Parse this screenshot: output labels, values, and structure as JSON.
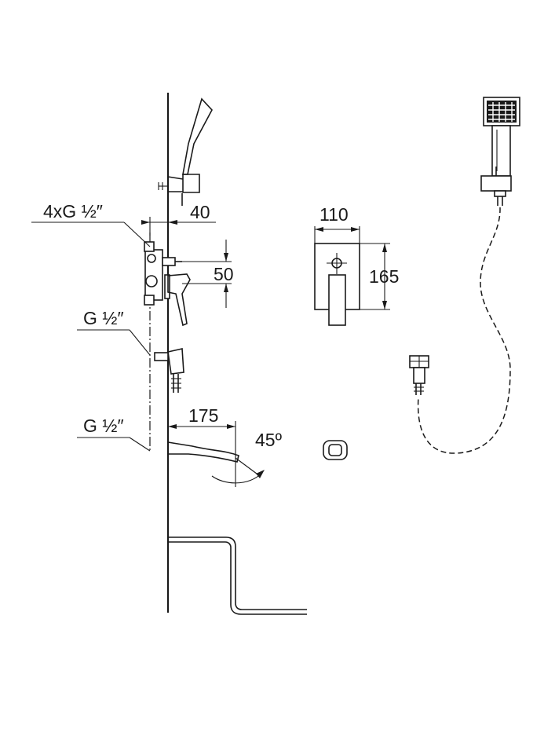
{
  "labels": {
    "inlet_thread": "4xG ½″",
    "outlet_thread_upper": "G ½″",
    "outlet_thread_lower": "G ½″",
    "dim_mixer_depth": "40",
    "dim_mixer_height": "50",
    "dim_plate_width": "110",
    "dim_plate_height": "165",
    "dim_spout_length": "175",
    "spout_angle": "45º"
  }
}
